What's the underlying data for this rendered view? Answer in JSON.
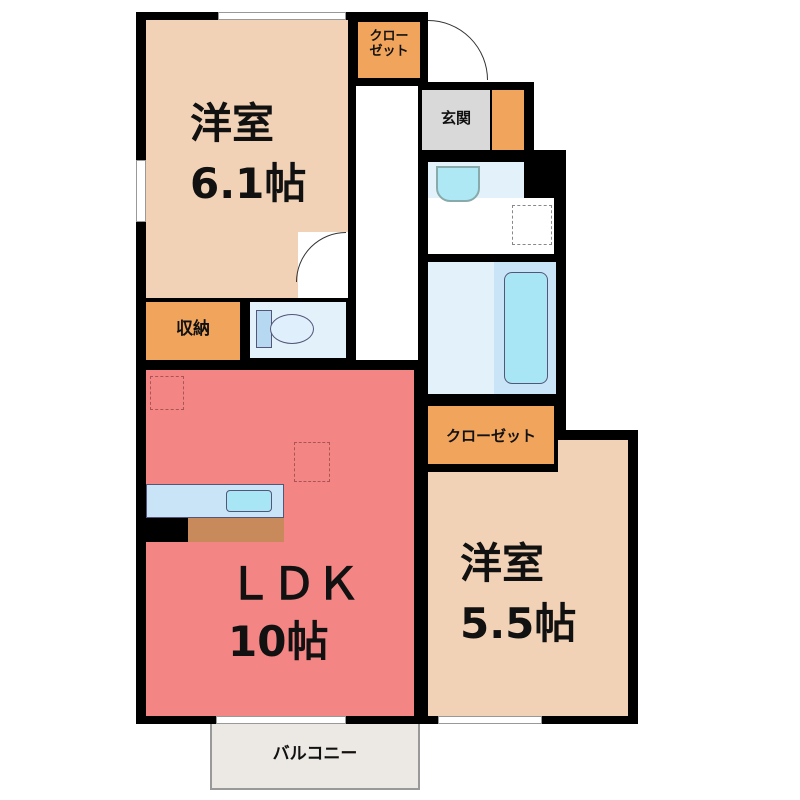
{
  "rooms": {
    "western_1": {
      "name": "洋室",
      "size": "6.1帖"
    },
    "closet_top": {
      "name": "クロー\nゼット"
    },
    "entrance": {
      "name": "玄関"
    },
    "storage": {
      "name": "収納"
    },
    "ldk": {
      "name": "ＬＤＫ",
      "size": "10帖"
    },
    "closet_mid": {
      "name": "クローゼット"
    },
    "western_2": {
      "name": "洋室",
      "size": "5.5帖"
    },
    "balcony": {
      "name": "バルコニー"
    }
  },
  "colors": {
    "western": "#f2d2b6",
    "storage": "#f0a45c",
    "wet": "#e3f1fb",
    "ldk": "#f48585",
    "entrance": "#d9d9d9"
  }
}
